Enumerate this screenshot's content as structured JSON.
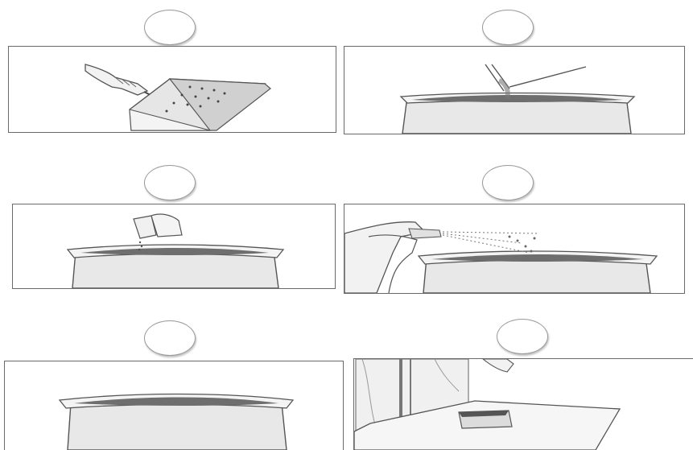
{
  "diagram": {
    "steps": [
      {
        "id": 1,
        "action": "punch-drainage-holes",
        "answer": ""
      },
      {
        "id": 2,
        "action": "fill-tray-with-soil",
        "answer": ""
      },
      {
        "id": 3,
        "action": "sprinkle-seeds",
        "answer": ""
      },
      {
        "id": 4,
        "action": "spray-water",
        "answer": ""
      },
      {
        "id": 5,
        "action": "tray-with-soil",
        "answer": ""
      },
      {
        "id": 6,
        "action": "place-tray-by-window",
        "answer": ""
      }
    ]
  }
}
